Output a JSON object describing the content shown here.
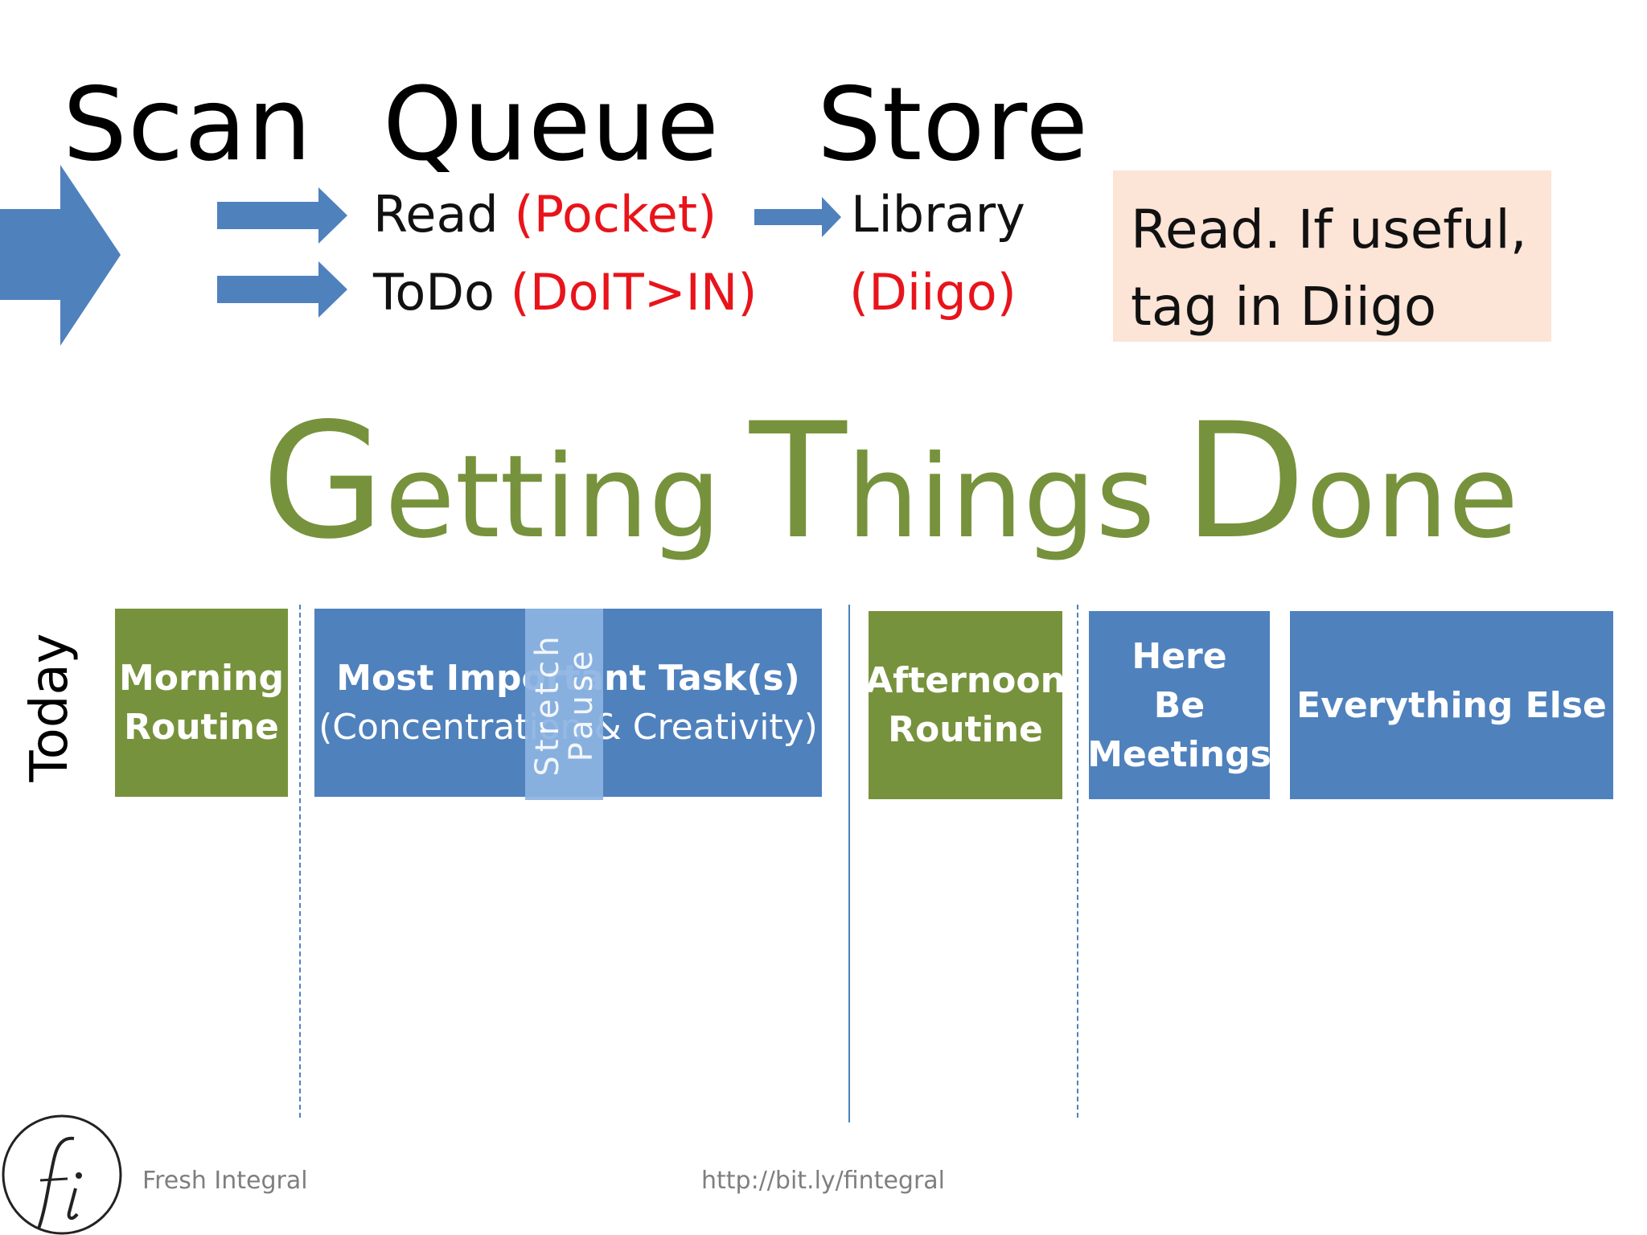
{
  "headings": {
    "scan": "Scan",
    "queue": "Queue",
    "store": "Store"
  },
  "flow": {
    "read_label": "Read",
    "read_app": "(Pocket)",
    "todo_label": "ToDo",
    "todo_app": "(DoIT>IN)",
    "library_label": "Library",
    "library_app": "(Diigo)"
  },
  "note": {
    "line1": "Read. If useful,",
    "line2": "tag in Diigo"
  },
  "title": {
    "g": "G",
    "etting": "etting",
    "t": "T",
    "hings": "hings",
    "d": "D",
    "one": "one"
  },
  "timeline": {
    "today_label": "Today",
    "morning_line1": "Morning",
    "morning_line2": "Routine",
    "mit_line1": "Most Important Task(s)",
    "mit_line2": "(Concentration & Creativity)",
    "stretch_line1": "Stretch",
    "stretch_line2": "Pause",
    "afternoon_line1": "Afternoon",
    "afternoon_line2": "Routine",
    "meetings_line1": "Here",
    "meetings_line2": "Be",
    "meetings_line3": "Meetings",
    "everything_else": "Everything Else"
  },
  "footer": {
    "brand": "Fresh Integral",
    "url": "http://bit.ly/fintegral"
  },
  "colors": {
    "green": "#77923c",
    "blue": "#4f81bd",
    "light_blue": "#8db4e2",
    "red": "#e8141b",
    "note_bg": "#fce4d6"
  }
}
